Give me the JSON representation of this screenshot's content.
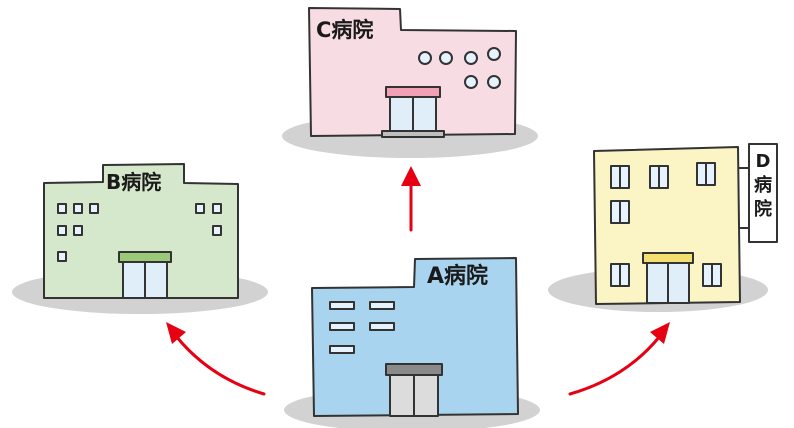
{
  "hospitals": {
    "a": {
      "label": "A病院",
      "color": "#a8d4f0",
      "door_color": "#8a8a8a"
    },
    "b": {
      "label": "B病院",
      "color": "#d6e8cc",
      "door_color": "#9cc978"
    },
    "c": {
      "label": "C病院",
      "color": "#f8dce4",
      "door_color": "#f2a0b4"
    },
    "d": {
      "label": "D病院",
      "color": "#fbf4c4",
      "door_color": "#f4e070"
    }
  },
  "colors": {
    "arrow": "#e60012",
    "shadow": "#cfcfcf",
    "outline": "#333333",
    "window_fill": "#e6f3ff"
  }
}
